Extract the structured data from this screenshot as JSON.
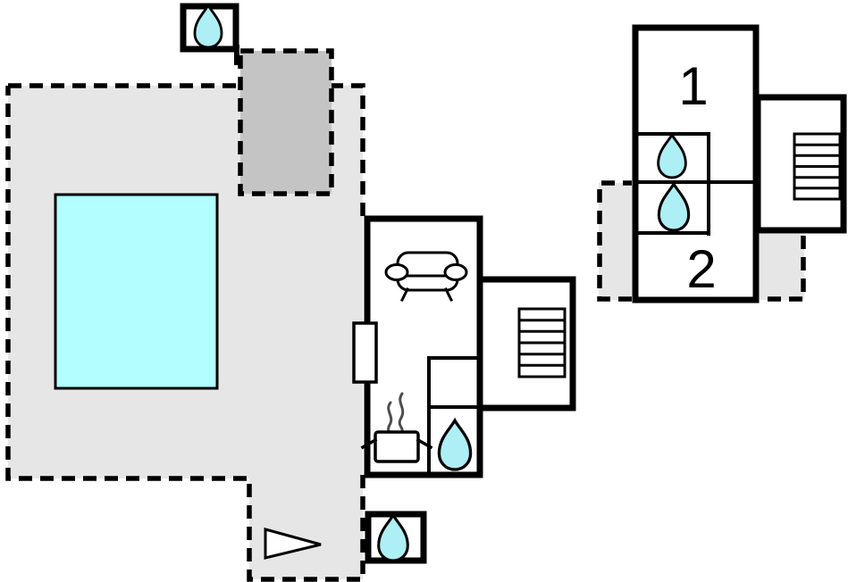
{
  "plan": {
    "type": "holiday-home-floor-plan",
    "room_labels": {
      "bedroom_1": "1",
      "bedroom_2": "2"
    },
    "colors": {
      "wall": "#000000",
      "terrace": "#e6e6e6",
      "shaded_area": "#c4c4c4",
      "pool": "#b3feff",
      "water_drop": "#aeeef5",
      "fixture": "#ffffff",
      "steam": "#4d4d4d",
      "label": "#000000"
    },
    "icons": {
      "water_drop": "water-drop",
      "stairs": "stairs",
      "sofa": "sofa",
      "stove": "stove-pot-with-steam",
      "pool": "swimming-pool",
      "window": "window",
      "arrow": "direction-arrow"
    }
  }
}
